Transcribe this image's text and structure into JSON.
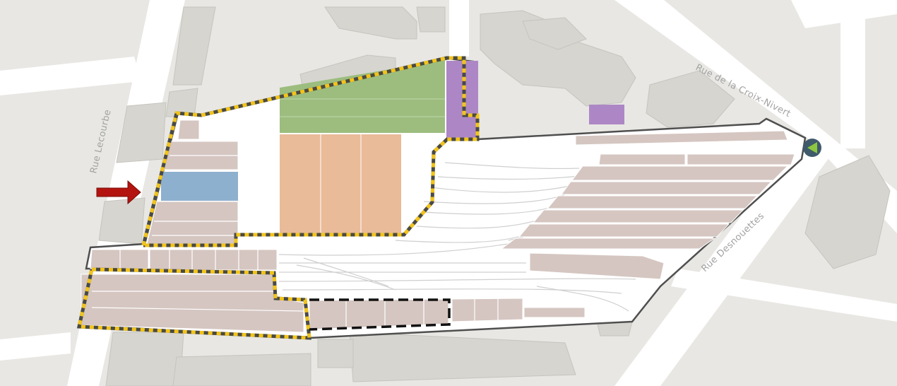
{
  "map": {
    "streets": {
      "lecourbe": "Rue Lecourbe",
      "croix_nivert": "Rue de la Croix-Nivert",
      "desnouettes": "Rue Desnouettes"
    },
    "legend_colors": {
      "background": "#e8e7e3",
      "street": "#ffffff",
      "building": "#d6d5d0",
      "rail_shed": "#d5c6c1",
      "site_area": "#ffffff",
      "green_zone": "#9cbd7e",
      "orange_zone": "#e9bb98",
      "blue_zone": "#8eb0cf",
      "purple_zone": "#ad87c5",
      "site_outline": "#4f4f4f",
      "dashed_boundary_yellow": "#f2c41b",
      "dashed_boundary_dark": "#4a4a44",
      "dashed_boundary_black": "#111111",
      "entrance_arrow": "#b3140f",
      "viewpoint_marker_fill": "#3f5a6b",
      "viewpoint_marker_arrow": "#8dc63f"
    },
    "icons": {
      "entrance": "arrow-right-icon",
      "viewpoint": "triangle-left-marker-icon"
    }
  }
}
